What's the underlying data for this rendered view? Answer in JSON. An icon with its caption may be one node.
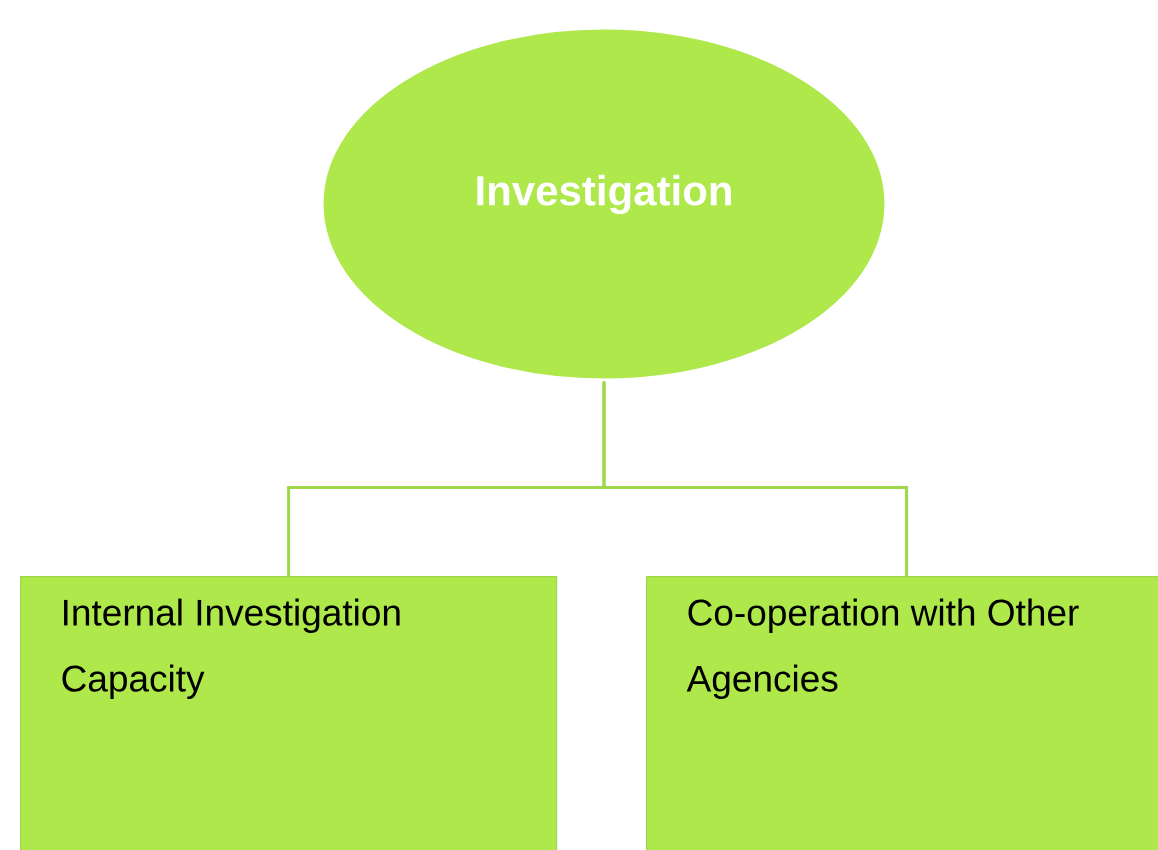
{
  "diagram": {
    "nodes": [
      {
        "text": [
          "Investigation"
        ]
      },
      {
        "text": [
          "Internal Investigation Capacity"
        ]
      },
      {
        "text": [
          "Co-operation with Other Agencies"
        ]
      }
    ],
    "edges": [
      {
        "from": 0,
        "to": 1,
        "arrow": "none"
      },
      {
        "from": 0,
        "to": 2,
        "arrow": "none"
      }
    ]
  }
}
